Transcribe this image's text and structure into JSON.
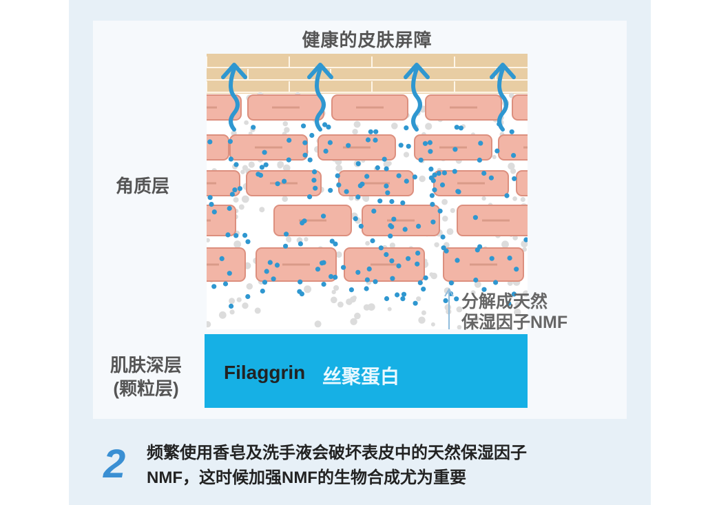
{
  "title": "健康的皮肤屏障",
  "labels": {
    "stratum_corneum": "角质层",
    "deep_layer_line1": "肌肤深层",
    "deep_layer_line2": "(颗粒层)"
  },
  "nmf_text": {
    "line1": "分解成天然",
    "line2": "保湿因子NMF"
  },
  "granular": {
    "filaggrin": "Filaggrin",
    "filaggrin_cn": "丝聚蛋白"
  },
  "caption": {
    "number": "2",
    "line1": "频繁使用香皂及洗手液会破坏表皮中的天然保湿因子",
    "line2": "NMF，这时候加强NMF的生物合成尤为重要"
  },
  "colors": {
    "cell_fill": "#f2b5a6",
    "cell_border": "#dc8f7e",
    "surface": "#e8cda3",
    "nmf_dot": "#2f97d0",
    "arrow": "#2f97d0",
    "granular_layer": "#16b0e5"
  }
}
